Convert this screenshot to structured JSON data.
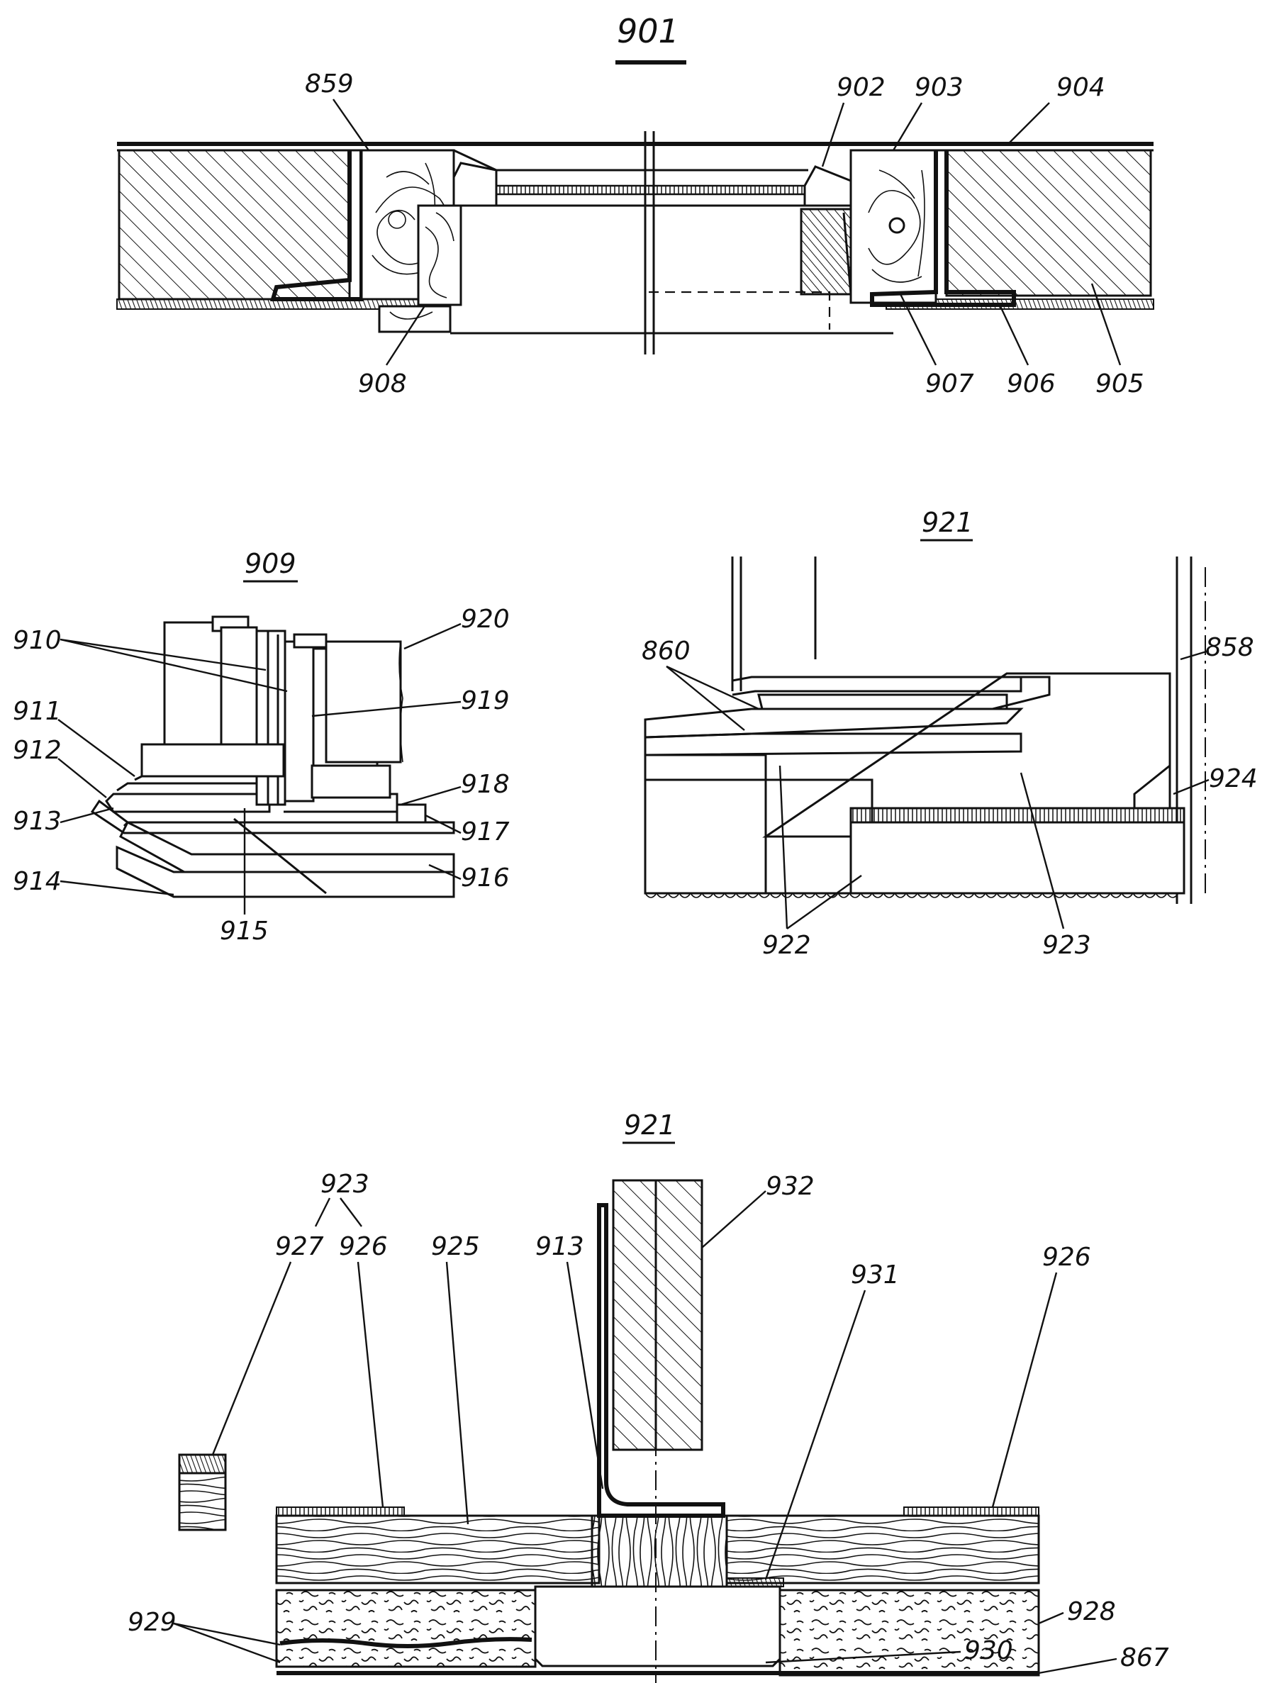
{
  "figures": {
    "fig_901": {
      "title": "901",
      "labels": {
        "l859": "859",
        "l902": "902",
        "l903": "903",
        "l904": "904",
        "l905": "905",
        "l906": "906",
        "l907": "907",
        "l908": "908"
      }
    },
    "fig_909": {
      "title": "909",
      "labels": {
        "l910": "910",
        "l911": "911",
        "l912": "912",
        "l913": "913",
        "l914": "914",
        "l915": "915",
        "l916": "916",
        "l917": "917",
        "l918": "918",
        "l919": "919",
        "l920": "920"
      }
    },
    "fig_921_top": {
      "title": "921",
      "labels": {
        "l860": "860",
        "l858": "858",
        "l924": "924",
        "l922": "922",
        "l923": "923"
      }
    },
    "fig_921_bottom": {
      "title": "921",
      "labels": {
        "l923": "923",
        "l927": "927",
        "l926a": "926",
        "l925": "925",
        "l913": "913",
        "l932": "932",
        "l931": "931",
        "l926b": "926",
        "l928": "928",
        "l929": "929",
        "l930": "930",
        "l867": "867"
      }
    }
  },
  "colors": {
    "ink": "#111111",
    "paper": "#ffffff"
  }
}
